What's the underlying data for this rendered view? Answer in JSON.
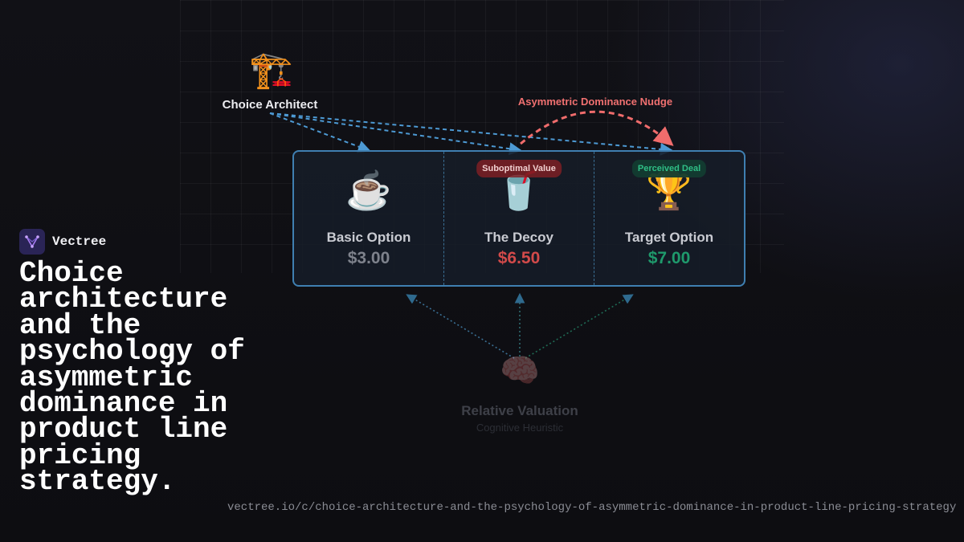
{
  "diagram": {
    "architect": {
      "icon": "🏗️",
      "label": "Choice Architect"
    },
    "nudge_label": "Asymmetric Dominance Nudge",
    "options": [
      {
        "id": "basic",
        "icon": "☕",
        "name": "Basic Option",
        "price": "$3.00",
        "badge": ""
      },
      {
        "id": "decoy",
        "icon": "🥤",
        "name": "The Decoy",
        "price": "$6.50",
        "badge": "Suboptimal Value"
      },
      {
        "id": "target",
        "icon": "🏆",
        "name": "Target Option",
        "price": "$7.00",
        "badge": "Perceived Deal"
      }
    ],
    "valuation": {
      "icon": "🧠",
      "title": "Relative Valuation",
      "subtitle": "Cognitive Heuristic"
    }
  },
  "brand": {
    "name": "Vectree",
    "logo_icon": "vectree-logo-icon"
  },
  "headline": "Choice architecture and the psychology of asymmetric dominance in product line pricing strategy.",
  "url": "vectree.io/c/choice-architecture-and-the-psychology-of-asymmetric-dominance-in-product-line-pricing-strategy",
  "colors": {
    "architect_arrows": "#4d9ad4",
    "nudge": "#f06c6c",
    "valuation_arrows_left": "#3a6f94",
    "valuation_arrows_right": "#1f6b55",
    "card_border": "#3f7fb1",
    "price_basic": "#7e828c",
    "price_decoy": "#d24a4a",
    "price_target": "#1f9a6c"
  }
}
